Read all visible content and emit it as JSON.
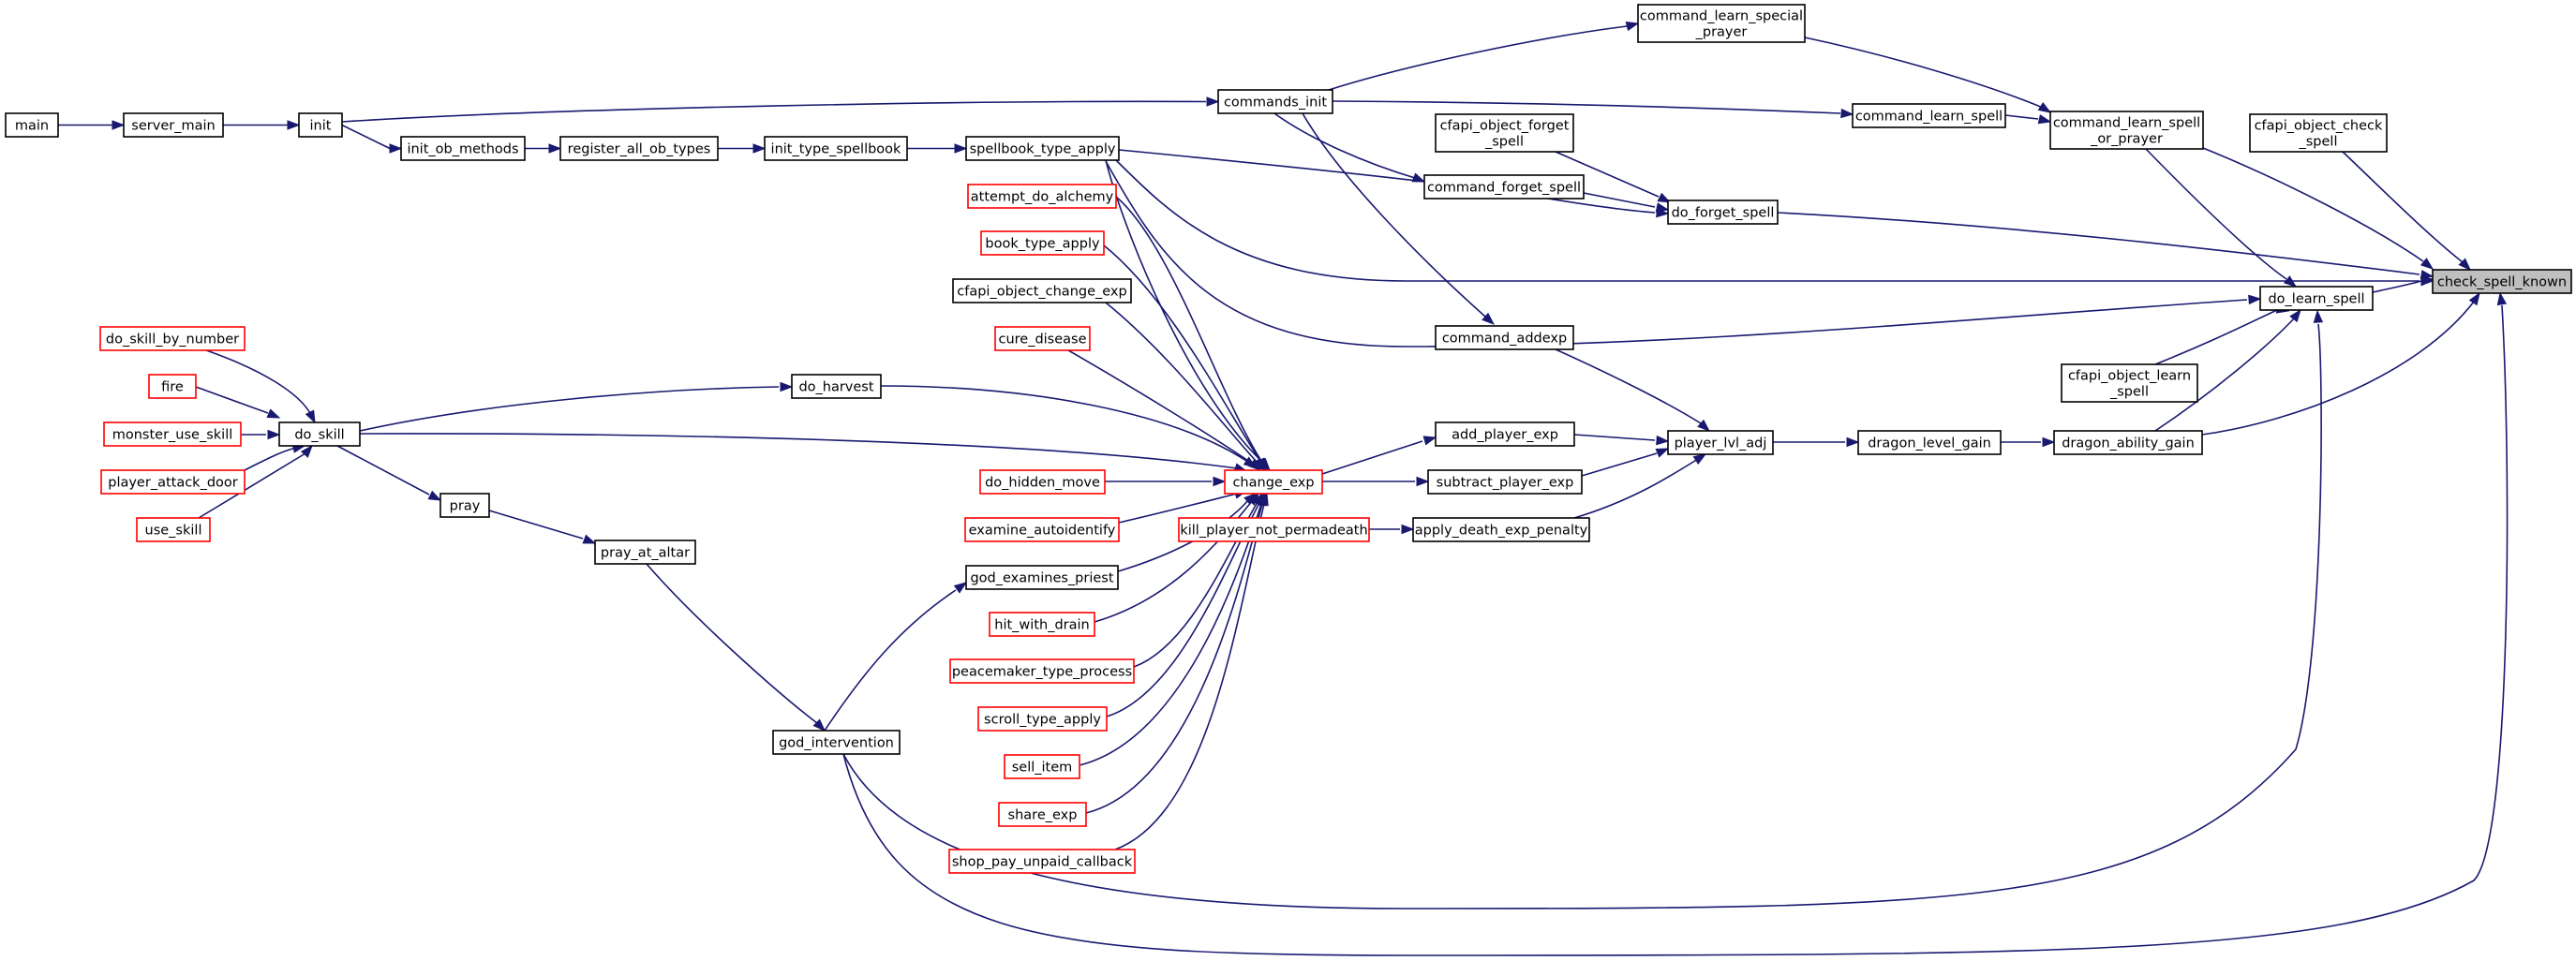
{
  "colors": {
    "edge": "#191970",
    "border": "#000000",
    "border_red": "#ff0000",
    "root_fill": "#bfbfbf"
  },
  "nodes": {
    "main": {
      "label": [
        "main"
      ],
      "style": "black"
    },
    "server_main": {
      "label": [
        "server_main"
      ],
      "style": "black"
    },
    "init": {
      "label": [
        "init"
      ],
      "style": "black"
    },
    "init_ob_methods": {
      "label": [
        "init_ob_methods"
      ],
      "style": "black"
    },
    "register_all_ob_types": {
      "label": [
        "register_all_ob_types"
      ],
      "style": "black"
    },
    "init_type_spellbook": {
      "label": [
        "init_type_spellbook"
      ],
      "style": "black"
    },
    "spellbook_type_apply": {
      "label": [
        "spellbook_type_apply"
      ],
      "style": "black"
    },
    "commands_init": {
      "label": [
        "commands_init"
      ],
      "style": "black"
    },
    "command_learn_special_prayer": {
      "label": [
        "command_learn_special",
        "_prayer"
      ],
      "style": "black"
    },
    "command_learn_spell": {
      "label": [
        "command_learn_spell"
      ],
      "style": "black"
    },
    "command_learn_spell_or_prayer": {
      "label": [
        "command_learn_spell",
        "_or_prayer"
      ],
      "style": "black"
    },
    "cfapi_object_check_spell": {
      "label": [
        "cfapi_object_check",
        "_spell"
      ],
      "style": "black"
    },
    "check_spell_known": {
      "label": [
        "check_spell_known"
      ],
      "style": "root"
    },
    "cfapi_object_forget_spell": {
      "label": [
        "cfapi_object_forget",
        "_spell"
      ],
      "style": "black"
    },
    "command_forget_spell": {
      "label": [
        "command_forget_spell"
      ],
      "style": "black"
    },
    "do_forget_spell": {
      "label": [
        "do_forget_spell"
      ],
      "style": "black"
    },
    "attempt_do_alchemy": {
      "label": [
        "attempt_do_alchemy"
      ],
      "style": "red"
    },
    "book_type_apply": {
      "label": [
        "book_type_apply"
      ],
      "style": "red"
    },
    "cfapi_object_change_exp": {
      "label": [
        "cfapi_object_change_exp"
      ],
      "style": "black"
    },
    "cure_disease": {
      "label": [
        "cure_disease"
      ],
      "style": "red"
    },
    "do_harvest": {
      "label": [
        "do_harvest"
      ],
      "style": "black"
    },
    "do_skill_by_number": {
      "label": [
        "do_skill_by_number"
      ],
      "style": "red"
    },
    "fire": {
      "label": [
        "fire"
      ],
      "style": "red"
    },
    "monster_use_skill": {
      "label": [
        "monster_use_skill"
      ],
      "style": "red"
    },
    "player_attack_door": {
      "label": [
        "player_attack_door"
      ],
      "style": "red"
    },
    "use_skill": {
      "label": [
        "use_skill"
      ],
      "style": "red"
    },
    "do_skill": {
      "label": [
        "do_skill"
      ],
      "style": "black"
    },
    "pray": {
      "label": [
        "pray"
      ],
      "style": "black"
    },
    "pray_at_altar": {
      "label": [
        "pray_at_altar"
      ],
      "style": "black"
    },
    "god_intervention": {
      "label": [
        "god_intervention"
      ],
      "style": "black"
    },
    "change_exp": {
      "label": [
        "change_exp"
      ],
      "style": "red"
    },
    "do_hidden_move": {
      "label": [
        "do_hidden_move"
      ],
      "style": "red"
    },
    "examine_autoidentify": {
      "label": [
        "examine_autoidentify"
      ],
      "style": "red"
    },
    "god_examines_priest": {
      "label": [
        "god_examines_priest"
      ],
      "style": "black"
    },
    "hit_with_drain": {
      "label": [
        "hit_with_drain"
      ],
      "style": "red"
    },
    "peacemaker_type_process": {
      "label": [
        "peacemaker_type_process"
      ],
      "style": "red"
    },
    "scroll_type_apply": {
      "label": [
        "scroll_type_apply"
      ],
      "style": "red"
    },
    "sell_item": {
      "label": [
        "sell_item"
      ],
      "style": "red"
    },
    "share_exp": {
      "label": [
        "share_exp"
      ],
      "style": "red"
    },
    "shop_pay_unpaid_callback": {
      "label": [
        "shop_pay_unpaid_callback"
      ],
      "style": "red"
    },
    "command_addexp": {
      "label": [
        "command_addexp"
      ],
      "style": "black"
    },
    "add_player_exp": {
      "label": [
        "add_player_exp"
      ],
      "style": "black"
    },
    "subtract_player_exp": {
      "label": [
        "subtract_player_exp"
      ],
      "style": "black"
    },
    "kill_player_not_permadeath": {
      "label": [
        "kill_player_not_permadeath"
      ],
      "style": "red"
    },
    "apply_death_exp_penalty": {
      "label": [
        "apply_death_exp_penalty"
      ],
      "style": "black"
    },
    "player_lvl_adj": {
      "label": [
        "player_lvl_adj"
      ],
      "style": "black"
    },
    "dragon_level_gain": {
      "label": [
        "dragon_level_gain"
      ],
      "style": "black"
    },
    "dragon_ability_gain": {
      "label": [
        "dragon_ability_gain"
      ],
      "style": "black"
    },
    "cfapi_object_learn_spell": {
      "label": [
        "cfapi_object_learn",
        "_spell"
      ],
      "style": "black"
    },
    "do_learn_spell": {
      "label": [
        "do_learn_spell"
      ],
      "style": "black"
    }
  },
  "edges": [
    [
      "main",
      "server_main"
    ],
    [
      "server_main",
      "init"
    ],
    [
      "init",
      "init_ob_methods"
    ],
    [
      "init",
      "commands_init"
    ],
    [
      "init_ob_methods",
      "register_all_ob_types"
    ],
    [
      "register_all_ob_types",
      "init_type_spellbook"
    ],
    [
      "init_type_spellbook",
      "spellbook_type_apply"
    ],
    [
      "commands_init",
      "command_learn_special_prayer"
    ],
    [
      "commands_init",
      "command_learn_spell"
    ],
    [
      "commands_init",
      "command_forget_spell"
    ],
    [
      "commands_init",
      "command_addexp"
    ],
    [
      "command_learn_special_prayer",
      "command_learn_spell_or_prayer"
    ],
    [
      "command_learn_spell",
      "command_learn_spell_or_prayer"
    ],
    [
      "command_learn_spell_or_prayer",
      "check_spell_known"
    ],
    [
      "command_learn_spell_or_prayer",
      "do_learn_spell"
    ],
    [
      "cfapi_object_check_spell",
      "check_spell_known"
    ],
    [
      "cfapi_object_forget_spell",
      "do_forget_spell"
    ],
    [
      "command_forget_spell",
      "do_forget_spell"
    ],
    [
      "spellbook_type_apply",
      "do_forget_spell"
    ],
    [
      "spellbook_type_apply",
      "check_spell_known"
    ],
    [
      "spellbook_type_apply",
      "do_learn_spell"
    ],
    [
      "spellbook_type_apply",
      "change_exp"
    ],
    [
      "do_forget_spell",
      "check_spell_known"
    ],
    [
      "do_learn_spell",
      "check_spell_known"
    ],
    [
      "cfapi_object_learn_spell",
      "do_learn_spell"
    ],
    [
      "dragon_ability_gain",
      "do_learn_spell"
    ],
    [
      "dragon_ability_gain",
      "check_spell_known"
    ],
    [
      "dragon_level_gain",
      "dragon_ability_gain"
    ],
    [
      "player_lvl_adj",
      "dragon_level_gain"
    ],
    [
      "command_addexp",
      "player_lvl_adj"
    ],
    [
      "add_player_exp",
      "player_lvl_adj"
    ],
    [
      "subtract_player_exp",
      "player_lvl_adj"
    ],
    [
      "apply_death_exp_penalty",
      "player_lvl_adj"
    ],
    [
      "kill_player_not_permadeath",
      "apply_death_exp_penalty"
    ],
    [
      "change_exp",
      "add_player_exp"
    ],
    [
      "change_exp",
      "subtract_player_exp"
    ],
    [
      "attempt_do_alchemy",
      "change_exp"
    ],
    [
      "book_type_apply",
      "change_exp"
    ],
    [
      "cfapi_object_change_exp",
      "change_exp"
    ],
    [
      "cure_disease",
      "change_exp"
    ],
    [
      "do_harvest",
      "change_exp"
    ],
    [
      "do_skill",
      "do_harvest"
    ],
    [
      "do_skill",
      "change_exp"
    ],
    [
      "do_skill",
      "pray"
    ],
    [
      "do_skill_by_number",
      "do_skill"
    ],
    [
      "fire",
      "do_skill"
    ],
    [
      "monster_use_skill",
      "do_skill"
    ],
    [
      "player_attack_door",
      "do_skill"
    ],
    [
      "use_skill",
      "do_skill"
    ],
    [
      "pray",
      "pray_at_altar"
    ],
    [
      "pray_at_altar",
      "god_intervention"
    ],
    [
      "god_intervention",
      "god_examines_priest"
    ],
    [
      "god_intervention",
      "do_learn_spell"
    ],
    [
      "god_intervention",
      "check_spell_known"
    ],
    [
      "do_hidden_move",
      "change_exp"
    ],
    [
      "examine_autoidentify",
      "change_exp"
    ],
    [
      "god_examines_priest",
      "change_exp"
    ],
    [
      "hit_with_drain",
      "change_exp"
    ],
    [
      "peacemaker_type_process",
      "change_exp"
    ],
    [
      "scroll_type_apply",
      "change_exp"
    ],
    [
      "sell_item",
      "change_exp"
    ],
    [
      "share_exp",
      "change_exp"
    ],
    [
      "shop_pay_unpaid_callback",
      "change_exp"
    ]
  ]
}
